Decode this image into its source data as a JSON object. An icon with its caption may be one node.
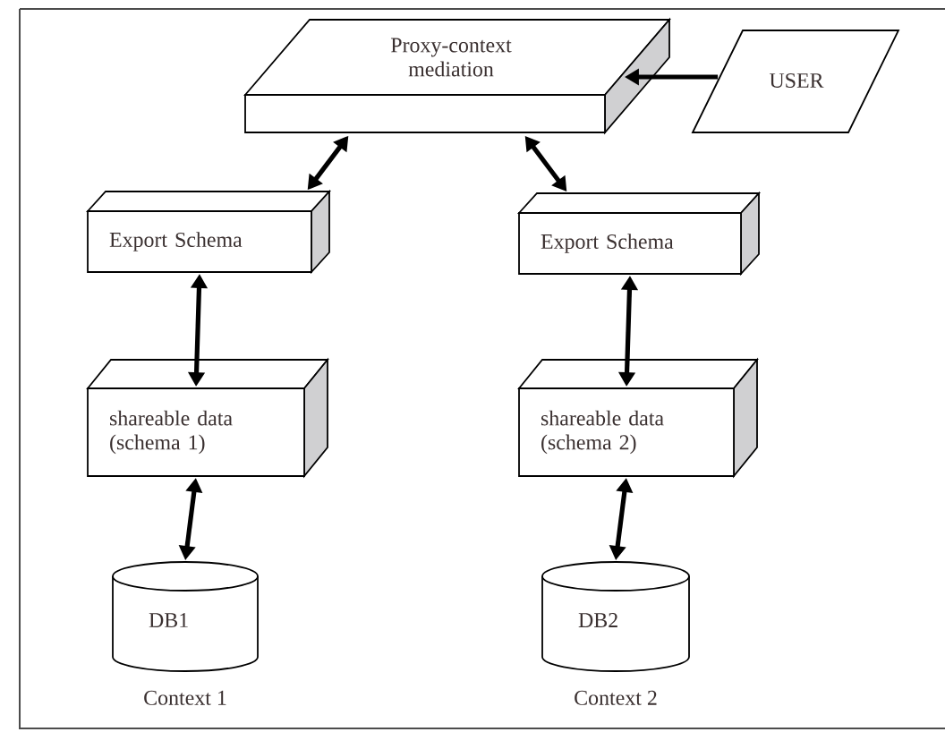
{
  "diagram": {
    "nodes": [
      {
        "text": [
          "Proxy-context mediation"
        ]
      },
      {
        "text": [
          "USER"
        ]
      },
      {
        "text": [
          "Export Schema"
        ]
      },
      {
        "text": [
          "Export Schema"
        ]
      },
      {
        "text": [
          "shareable data (schema 1)"
        ]
      },
      {
        "text": [
          "shareable data (schema 2)"
        ]
      },
      {
        "text": [
          "DB1"
        ],
        "beside": [
          "Context 1"
        ]
      },
      {
        "text": [
          "DB2"
        ],
        "beside": [
          "Context 2"
        ]
      }
    ],
    "edges": [
      {
        "from": 1,
        "to": 0,
        "arrow": "to"
      },
      {
        "from": 0,
        "to": 2,
        "arrow": "both"
      },
      {
        "from": 0,
        "to": 3,
        "arrow": "both"
      },
      {
        "from": 2,
        "to": 4,
        "arrow": "both"
      },
      {
        "from": 3,
        "to": 5,
        "arrow": "both"
      },
      {
        "from": 4,
        "to": 6,
        "arrow": "both"
      },
      {
        "from": 5,
        "to": 7,
        "arrow": "both"
      }
    ]
  }
}
